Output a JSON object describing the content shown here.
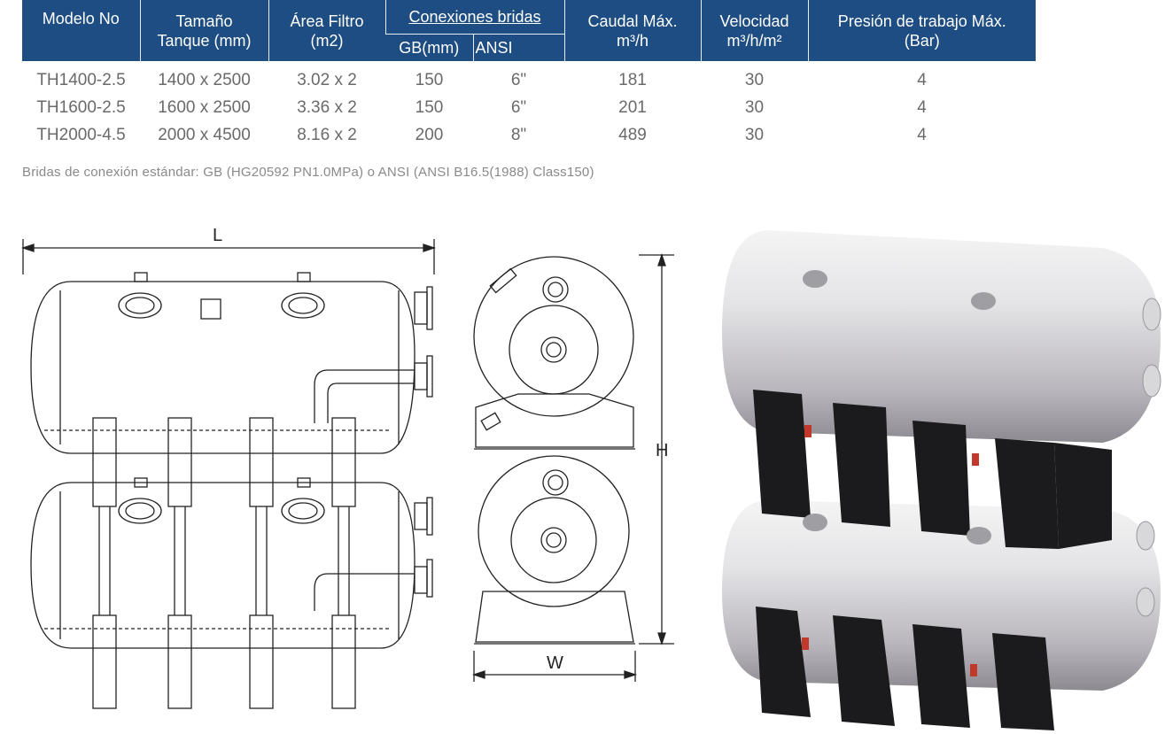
{
  "table": {
    "headers": {
      "model": "Modelo No",
      "tank_l1": "Tamaño",
      "tank_l2": "Tanque (mm)",
      "area_l1": "Área Filtro",
      "area_l2": "(m2)",
      "conn": "Conexiones bridas",
      "conn_gb": "GB(mm)",
      "conn_ansi": "ANSI",
      "flow_l1": "Caudal Máx.",
      "flow_l2": "m³/h",
      "vel_l1": "Velocidad",
      "vel_l2": "m³/h/m²",
      "press_l1": "Presión de trabajo Máx.",
      "press_l2": "(Bar)"
    },
    "rows": [
      [
        "TH1400-2.5",
        "1400 x 2500",
        "3.02 x 2",
        "150",
        "6\"",
        "181",
        "30",
        "4"
      ],
      [
        "TH1600-2.5",
        "1600 x 2500",
        "3.36 x 2",
        "150",
        "6\"",
        "201",
        "30",
        "4"
      ],
      [
        "TH2000-4.5",
        "2000 x 4500",
        "8.16 x 2",
        "200",
        "8\"",
        "489",
        "30",
        "4"
      ]
    ]
  },
  "note": "Bridas de conexión estándar: GB (HG20592 PN1.0MPa) o ANSI (ANSI B16.5(1988) Class150)",
  "drawing": {
    "label_length": "L",
    "label_height": "H",
    "label_width": "W"
  },
  "colors": {
    "header_bg": "#1d4d82",
    "header_text": "#ffffff",
    "cell_text": "#6a6a6a",
    "note_text": "#8a8a8a"
  }
}
